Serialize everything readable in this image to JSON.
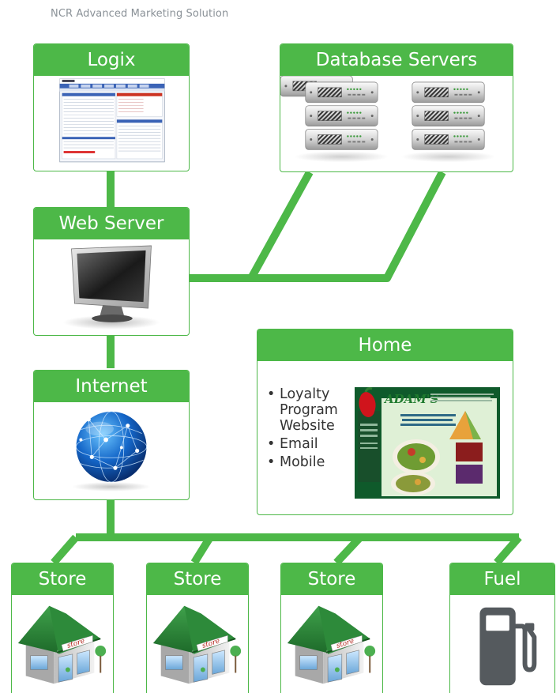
{
  "caption": "NCR Advanced Marketing Solution",
  "colors": {
    "accent": "#4db848",
    "caption": "#8a9197"
  },
  "nodes": {
    "logix": {
      "title": "Logix",
      "icon": "logix-screenshot"
    },
    "database": {
      "title": "Database Servers",
      "icon": "server-rack"
    },
    "webserver": {
      "title": "Web Server",
      "icon": "monitor"
    },
    "internet": {
      "title": "Internet",
      "icon": "globe"
    },
    "home": {
      "title": "Home",
      "items": [
        "Loyalty Program Website",
        "Email",
        "Mobile"
      ],
      "website_logo": "ADAM'S"
    },
    "stores": [
      {
        "title": "Store",
        "sign": "store",
        "icon": "store-building"
      },
      {
        "title": "Store",
        "sign": "store",
        "icon": "store-building"
      },
      {
        "title": "Store",
        "sign": "store",
        "icon": "store-building"
      }
    ],
    "fuel": {
      "title": "Fuel",
      "icon": "fuel-pump"
    }
  }
}
